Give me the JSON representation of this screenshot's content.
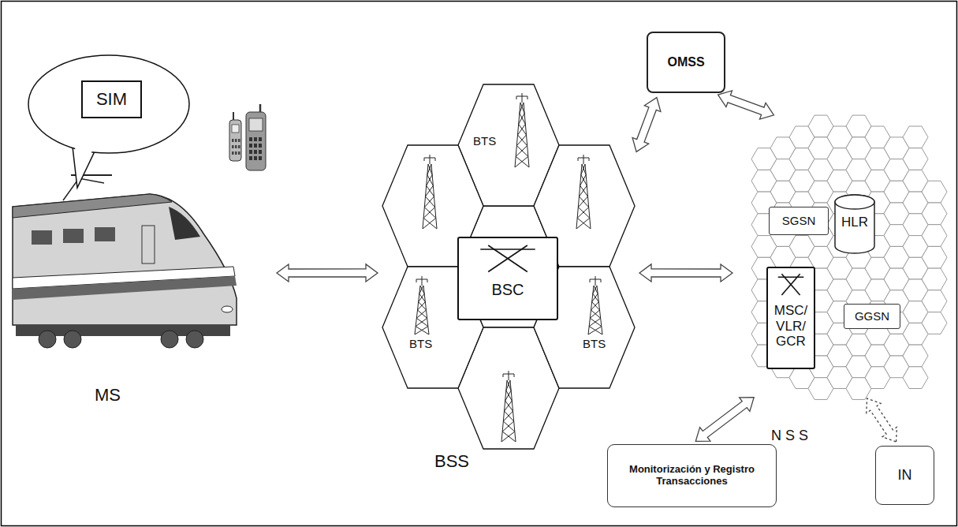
{
  "diagram": {
    "nodes": [
      {
        "text": [
          "MS"
        ]
      },
      {
        "text": [
          "SIM"
        ],
        "in": 0
      },
      {
        "text": [
          "BSS"
        ]
      },
      {
        "text": [
          "BSC"
        ],
        "in": 2
      },
      {
        "text": [
          "OMSS"
        ]
      },
      {
        "text": [
          "N S S"
        ]
      },
      {
        "text": [
          "SGSN"
        ],
        "in": 5
      },
      {
        "text": [
          "HLR"
        ],
        "in": 5
      },
      {
        "text": [
          "MSC/ VLR/ GCR"
        ],
        "in": 5
      },
      {
        "text": [
          "GGSN"
        ],
        "in": 5
      },
      {
        "text": [
          "Monitorización y Registro Transacciones"
        ]
      },
      {
        "text": [
          "IN"
        ]
      }
    ],
    "edges": [
      {
        "from": 0,
        "to": 2,
        "arrow": "both"
      },
      {
        "from": 2,
        "to": 5,
        "arrow": "both"
      },
      {
        "from": 4,
        "to": 2,
        "arrow": "both"
      },
      {
        "from": 4,
        "to": 5,
        "arrow": "both"
      },
      {
        "from": 10,
        "to": 5,
        "arrow": "both"
      },
      {
        "from": 11,
        "to": 5,
        "arrow": "both"
      }
    ],
    "labels": [
      "BTS",
      "BTS",
      "BTS"
    ]
  }
}
